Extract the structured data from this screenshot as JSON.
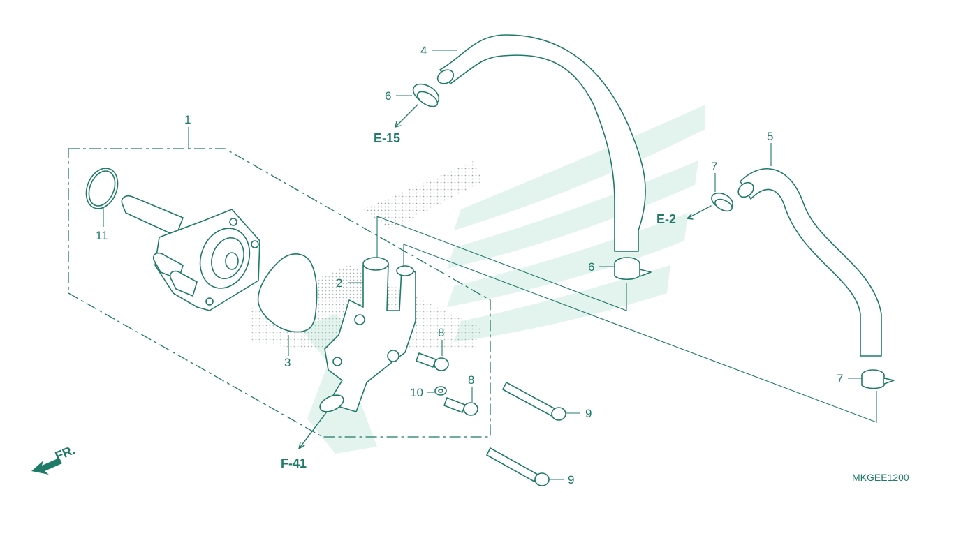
{
  "diagram": {
    "callouts": {
      "c1": "1",
      "c2": "2",
      "c3": "3",
      "c4": "4",
      "c5": "5",
      "c6a": "6",
      "c6b": "6",
      "c7a": "7",
      "c7b": "7",
      "c8a": "8",
      "c8b": "8",
      "c9a": "9",
      "c9b": "9",
      "c10": "10",
      "c11": "11"
    },
    "refs": {
      "e15": "E-15",
      "e2": "E-2",
      "f41": "F-41"
    },
    "front_label": "FR.",
    "code": "MKGEE1200"
  },
  "colors": {
    "line": "#1f7a68",
    "watermark": "#e3f3ee"
  }
}
